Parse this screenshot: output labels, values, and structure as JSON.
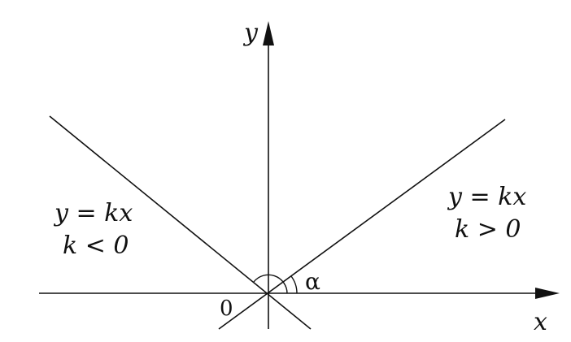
{
  "axes": {
    "x_label": "x",
    "y_label": "y",
    "origin_label": "0"
  },
  "lines": {
    "positive": {
      "equation": "y = kx",
      "condition": "k > 0"
    },
    "negative": {
      "equation": "y = kx",
      "condition": "k < 0"
    }
  },
  "angle_label": "α",
  "colors": {
    "stroke": "#111111",
    "background": "#ffffff"
  }
}
